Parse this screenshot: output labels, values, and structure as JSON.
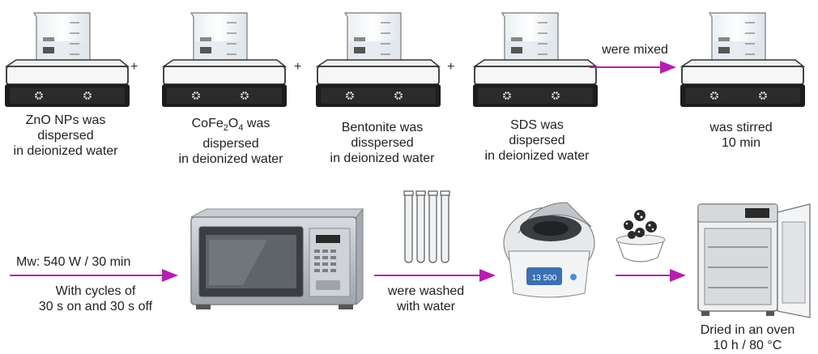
{
  "step1": {
    "line1": "ZnO NPs was",
    "line2": "dispersed",
    "line3": "in deionized water"
  },
  "step2": {
    "pre": "CoFe",
    "sub1": "2",
    "mid": "O",
    "sub2": "4",
    "post": "was",
    "line2": "dispersed",
    "line3": "in deionized water"
  },
  "step3": {
    "line1": "Bentonite was",
    "line2": "disspersed",
    "line3": "in deionized water"
  },
  "step4": {
    "line1": "SDS was",
    "line2": "dispersed",
    "line3": "in deionized water"
  },
  "step5": {
    "line1": "was stirred",
    "line2": "10 min"
  },
  "plus": "+",
  "mixed_label": "were mixed",
  "microwave": {
    "line1": "Mw: 540 W / 30 min",
    "line2": "With cycles of",
    "line3": "30 s on and 30 s off"
  },
  "washed": {
    "line1": "were washed",
    "line2": "with  water"
  },
  "oven": {
    "line1": "Dried in an oven",
    "line2": "10 h / 80 °C"
  },
  "centrifuge_display": "13 500",
  "colors": {
    "arrow": "#b41fb0",
    "steel": "#b9bec4",
    "dark": "#2a2a2a"
  }
}
